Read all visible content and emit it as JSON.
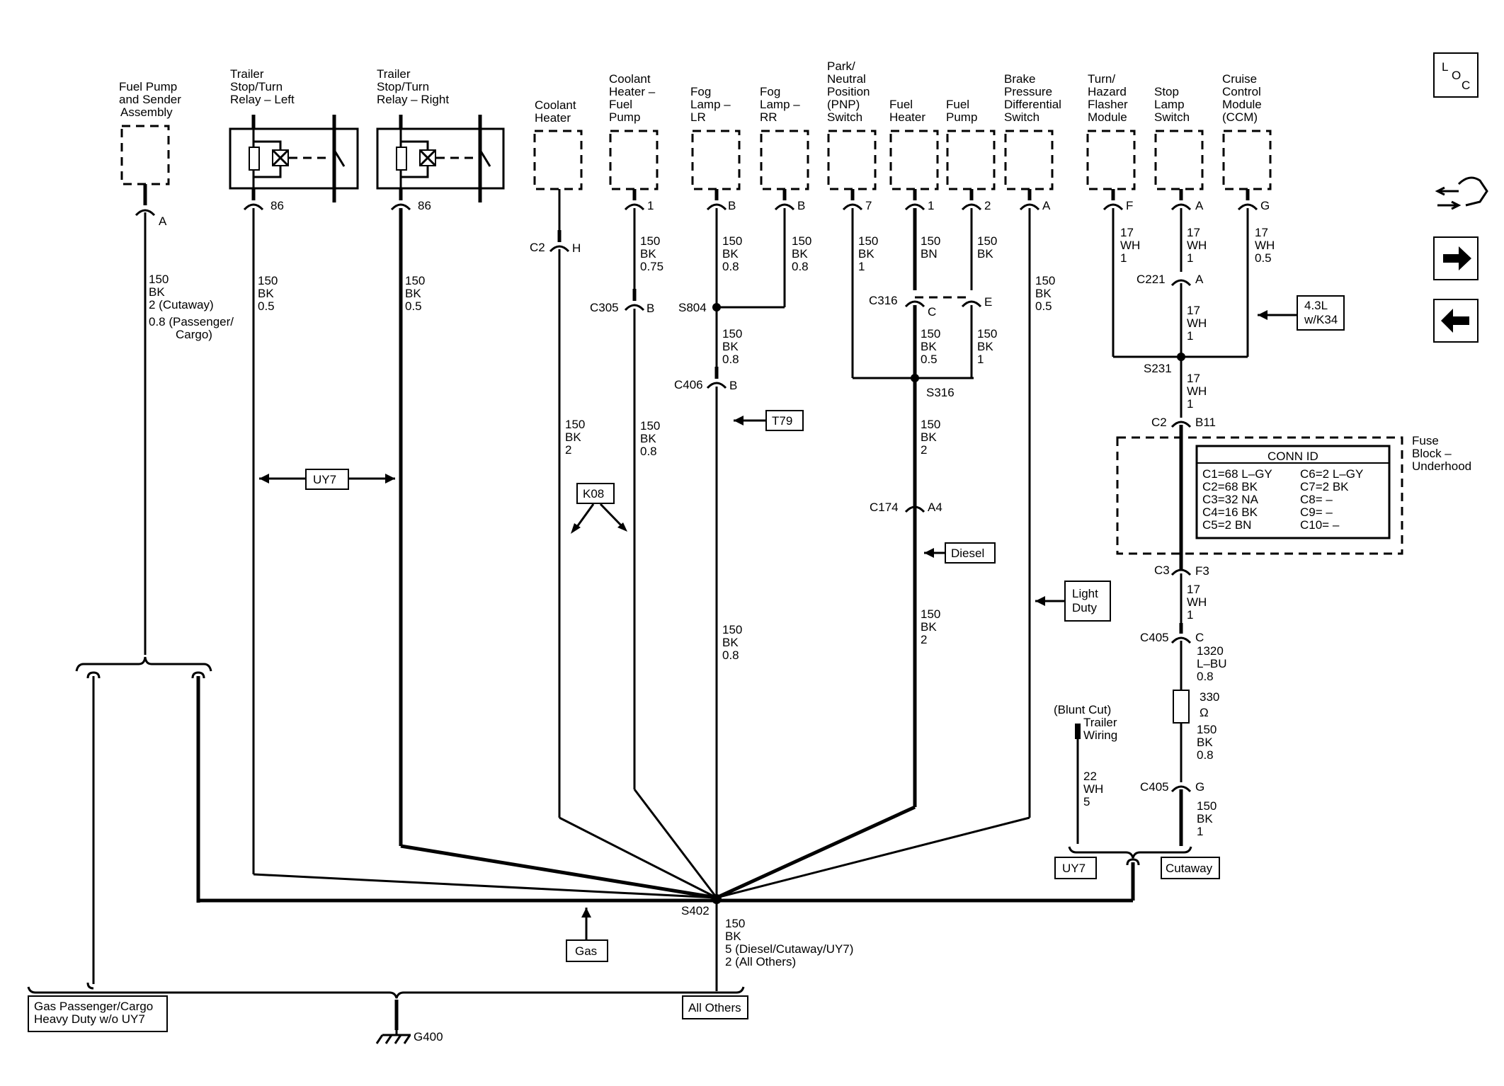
{
  "nav": {
    "loc": [
      "L",
      "O",
      "C"
    ]
  },
  "components": {
    "fuel_pump_sender": [
      "Fuel Pump",
      "and Sender",
      "Assembly"
    ],
    "trailer_relay_left": [
      "Trailer",
      "Stop/Turn",
      "Relay – Left"
    ],
    "trailer_relay_right": [
      "Trailer",
      "Stop/Turn",
      "Relay – Right"
    ],
    "coolant_heater": [
      "Coolant",
      "Heater"
    ],
    "coolant_heater_fuel_pump": [
      "Coolant",
      "Heater –",
      "Fuel",
      "Pump"
    ],
    "fog_lamp_lr": [
      "Fog",
      "Lamp –",
      "LR"
    ],
    "fog_lamp_rr": [
      "Fog",
      "Lamp –",
      "RR"
    ],
    "pnp_switch": [
      "Park/",
      "Neutral",
      "Position",
      "(PNP)",
      "Switch"
    ],
    "fuel_heater": [
      "Fuel",
      "Heater"
    ],
    "fuel_pump": [
      "Fuel",
      "Pump"
    ],
    "brake_pressure_switch": [
      "Brake",
      "Pressure",
      "Differential",
      "Switch"
    ],
    "turn_hazard_module": [
      "Turn/",
      "Hazard",
      "Flasher",
      "Module"
    ],
    "stop_lamp_switch": [
      "Stop",
      "Lamp",
      "Switch"
    ],
    "cruise_control_module": [
      "Cruise",
      "Control",
      "Module",
      "(CCM)"
    ],
    "fuse_block": [
      "Fuse",
      "Block –",
      "Underhood"
    ]
  },
  "pins": {
    "fuel_pump": "A",
    "relay_left": "86",
    "relay_right": "86",
    "coolant_heater_fuel_pump": "1",
    "fog_lr": "B",
    "fog_rr": "B",
    "pnp": "7",
    "fuel_heater": "1",
    "fuel_pump2": "2",
    "brake": "A",
    "turn": "F",
    "stop": "A",
    "cruise": "G"
  },
  "wires": {
    "fuel_pump": [
      "150",
      "BK",
      "2 (Cutaway)",
      "0.8 (Passenger/",
      "Cargo)"
    ],
    "relay_left": [
      "150",
      "BK",
      "0.5"
    ],
    "relay_right": [
      "150",
      "BK",
      "0.5"
    ],
    "coolant_heater": [
      "150",
      "BK",
      "2"
    ],
    "chfp_upper": [
      "150",
      "BK",
      "0.75"
    ],
    "chfp_lower": [
      "150",
      "BK",
      "0.8"
    ],
    "fog_lr": [
      "150",
      "BK",
      "0.8"
    ],
    "fog_rr": [
      "150",
      "BK",
      "0.8"
    ],
    "s804_lower": [
      "150",
      "BK",
      "0.8"
    ],
    "fog_lower": [
      "150",
      "BK",
      "0.8"
    ],
    "pnp": [
      "150",
      "BK",
      "1"
    ],
    "fuel_heater": [
      "150",
      "BN"
    ],
    "fuel_pump2": [
      "150",
      "BK"
    ],
    "c316_lower": [
      "150",
      "BK",
      "0.5"
    ],
    "c316e_lower": [
      "150",
      "BK",
      "1"
    ],
    "s316_lower": [
      "150",
      "BK",
      "2"
    ],
    "c174_lower": [
      "150",
      "BK",
      "2"
    ],
    "brake": [
      "150",
      "BK",
      "0.5"
    ],
    "turn": [
      "17",
      "WH",
      "1"
    ],
    "stop": [
      "17",
      "WH",
      "1"
    ],
    "cruise": [
      "17",
      "WH",
      "0.5"
    ],
    "c221_lower": [
      "17",
      "WH",
      "1"
    ],
    "s231_lower": [
      "17",
      "WH",
      "1"
    ],
    "c3_lower": [
      "17",
      "WH",
      "1"
    ],
    "c405_lower": [
      "1320",
      "L–BU",
      "0.8"
    ],
    "res_lower": [
      "150",
      "BK",
      "0.8"
    ],
    "c405g_lower": [
      "150",
      "BK",
      "1"
    ],
    "trailer": [
      "22",
      "WH",
      "5"
    ],
    "ground": [
      "150",
      "BK",
      "5 (Diesel/Cutaway/UY7)",
      "2 (All Others)"
    ]
  },
  "connectors": {
    "c2_h": {
      "name": "C2",
      "pin": "H"
    },
    "c305_b": {
      "name": "C305",
      "pin": "B"
    },
    "c406_b": {
      "name": "C406",
      "pin": "B"
    },
    "c316_c": {
      "name": "C316",
      "pin": "C"
    },
    "c316_e": {
      "pin": "E"
    },
    "c174_a4": {
      "name": "C174",
      "pin": "A4"
    },
    "c221_a": {
      "name": "C221",
      "pin": "A"
    },
    "c2_b11": {
      "name": "C2",
      "pin": "B11"
    },
    "c3_f3": {
      "name": "C3",
      "pin": "F3"
    },
    "c405_c": {
      "name": "C405",
      "pin": "C"
    },
    "c405_g": {
      "name": "C405",
      "pin": "G"
    }
  },
  "splices": {
    "s804": "S804",
    "s316": "S316",
    "s231": "S231",
    "s402": "S402"
  },
  "ground_name": "G400",
  "resistor": {
    "value": "330",
    "unit": "Ω"
  },
  "option_labels": {
    "uy7_mid": "UY7",
    "k08": "K08",
    "t79": "T79",
    "diesel": "Diesel",
    "light_duty": [
      "Light",
      "Duty"
    ],
    "k34": [
      "4.3L",
      "w/K34"
    ],
    "gas": "Gas",
    "uy7_bottom": "UY7",
    "cutaway": "Cutaway",
    "all_others": "All Others",
    "gas_passenger": [
      "Gas Passenger/Cargo",
      "Heavy Duty w/o UY7"
    ]
  },
  "trailer_wiring": {
    "blunt_cut": "(Blunt Cut)",
    "label": [
      "Trailer",
      "Wiring"
    ]
  },
  "conn_id": {
    "title": "CONN ID",
    "left": [
      "C1=68 L–GY",
      "C2=68 BK",
      "C3=32 NA",
      "C4=16 BK",
      "C5=2 BN"
    ],
    "right": [
      "C6=2 L–GY",
      "C7=2 BK",
      "C8= –",
      "C9= –",
      "C10= –"
    ]
  },
  "icons": [
    "loc-box-icon",
    "component-locator-icon",
    "next-page-arrow-icon",
    "previous-page-arrow-icon"
  ]
}
